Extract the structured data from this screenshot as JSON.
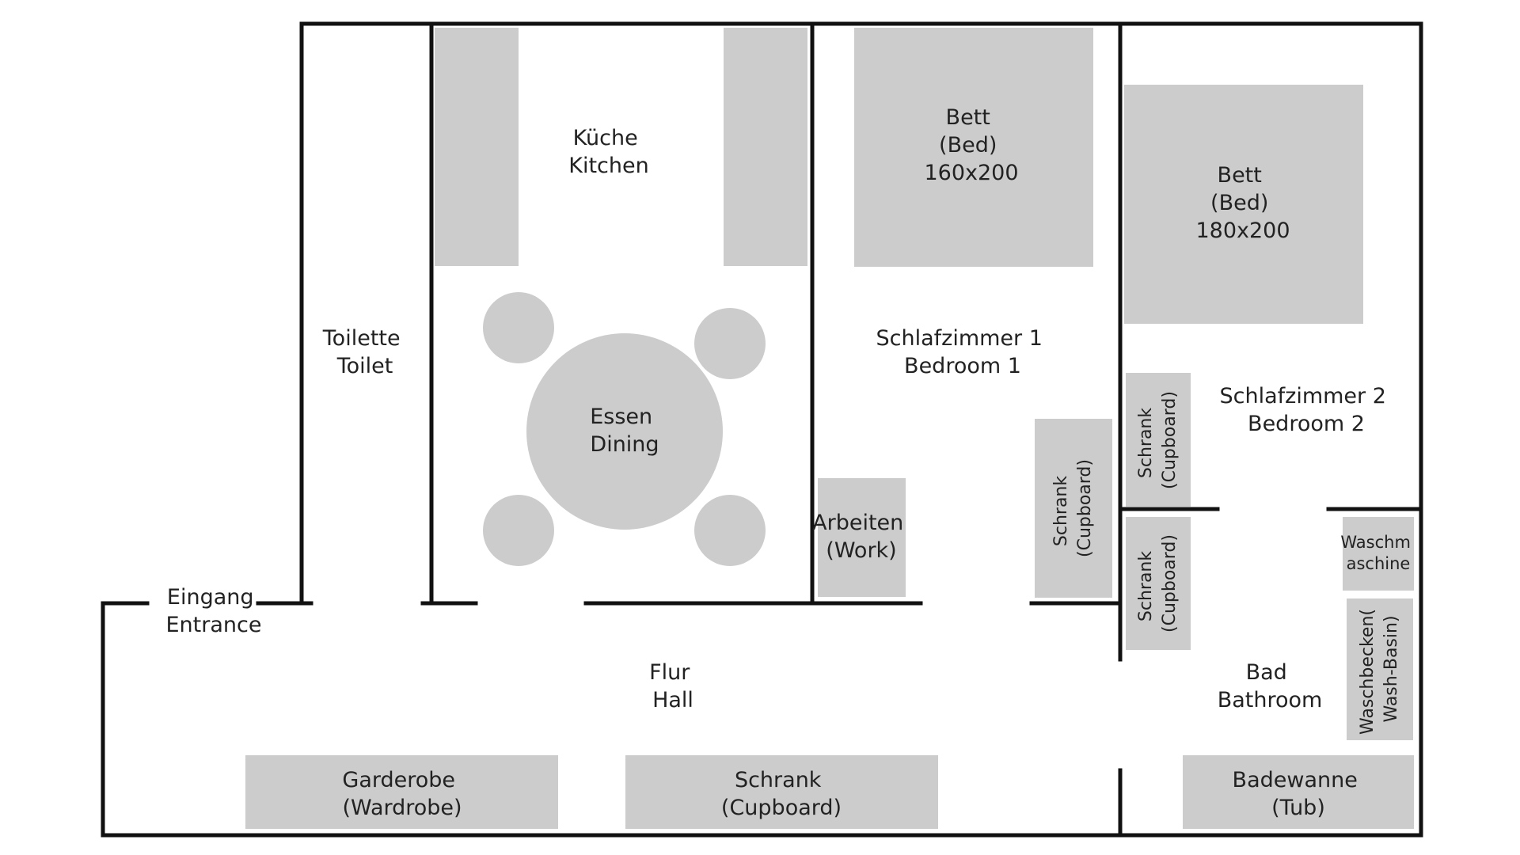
{
  "colors": {
    "wall": "#111111",
    "furniture": "#cccccc",
    "text": "#222222",
    "background": "#ffffff"
  },
  "rooms": {
    "kitchen": [
      "Küche",
      "Kitchen"
    ],
    "toilet": [
      "Toilette",
      "Toilet"
    ],
    "dining": [
      "Essen",
      "Dining"
    ],
    "bedroom1": [
      "Schlafzimmer 1",
      "Bedroom 1"
    ],
    "bedroom2": [
      "Schlafzimmer 2",
      "Bedroom 2"
    ],
    "entrance": [
      "Eingang",
      "Entrance"
    ],
    "hall": [
      "Flur",
      "Hall"
    ],
    "bathroom": [
      "Bad",
      "Bathroom"
    ]
  },
  "furniture": {
    "bed1": [
      "Bett",
      "(Bed)",
      "160x200"
    ],
    "bed2": [
      "Bett",
      "(Bed)",
      "180x200"
    ],
    "work": [
      "Arbeiten",
      "(Work)"
    ],
    "cupboard_bedroom1": [
      "Schrank",
      "(Cupboard)"
    ],
    "cupboard_bedroom2": [
      "Schrank",
      "(Cupboard)"
    ],
    "cupboard_bathroom": [
      "Schrank",
      "(Cupboard)"
    ],
    "washing_machine": [
      "Waschm",
      "aschine"
    ],
    "wash_basin": [
      "Waschbecken(",
      "Wash-Basin)"
    ],
    "wardrobe": [
      "Garderobe",
      "(Wardrobe)"
    ],
    "hall_cupboard": [
      "Schrank",
      "(Cupboard)"
    ],
    "tub": [
      "Badewanne",
      "(Tub)"
    ]
  }
}
